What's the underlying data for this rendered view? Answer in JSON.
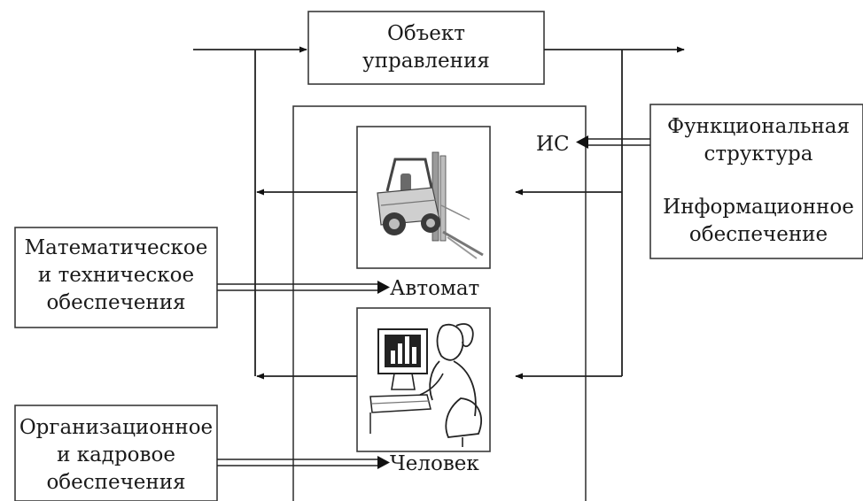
{
  "object": {
    "line1": "Объект",
    "line2": "управления"
  },
  "is_label": "ИС",
  "functional": {
    "line1": "Функциональная",
    "line2": "структура"
  },
  "information": {
    "line1": "Информационное",
    "line2": "обеспечение"
  },
  "math_tech": {
    "line1": "Математическое",
    "line2": "и техническое",
    "line3": "обеспечения"
  },
  "org_staff": {
    "line1": "Организационное",
    "line2": "и кадровое",
    "line3": "обеспечения"
  },
  "automat_label": "Автомат",
  "human_label": "Человек"
}
